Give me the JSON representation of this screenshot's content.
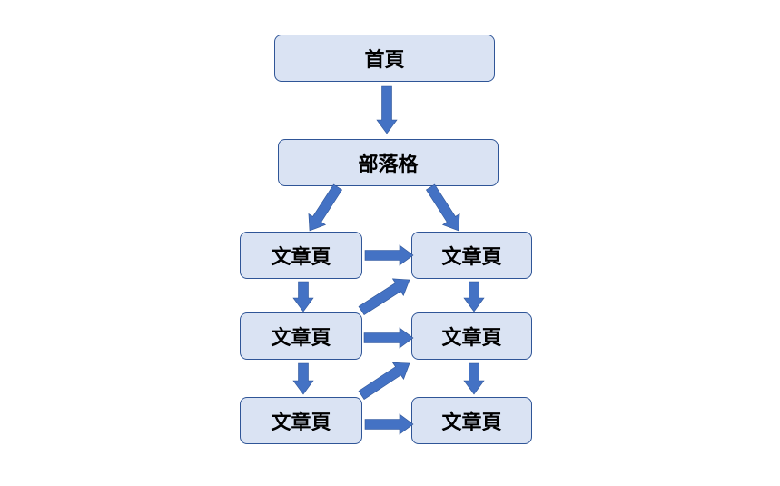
{
  "diagram": {
    "colors": {
      "box_fill": "#dae3f3",
      "box_border": "#2f5597",
      "arrow": "#4472c4"
    },
    "nodes": {
      "home": "首頁",
      "blog": "部落格",
      "left_1": "文章頁",
      "right_1": "文章頁",
      "left_2": "文章頁",
      "right_2": "文章頁",
      "left_3": "文章頁",
      "right_3": "文章頁"
    },
    "edges": [
      [
        "home",
        "blog"
      ],
      [
        "blog",
        "left_1"
      ],
      [
        "blog",
        "right_1"
      ],
      [
        "left_1",
        "right_1"
      ],
      [
        "left_1",
        "left_2"
      ],
      [
        "right_1",
        "right_2"
      ],
      [
        "left_2",
        "right_1"
      ],
      [
        "left_2",
        "right_2"
      ],
      [
        "left_2",
        "left_3"
      ],
      [
        "right_2",
        "right_3"
      ],
      [
        "left_3",
        "right_2"
      ],
      [
        "left_3",
        "right_3"
      ]
    ]
  }
}
